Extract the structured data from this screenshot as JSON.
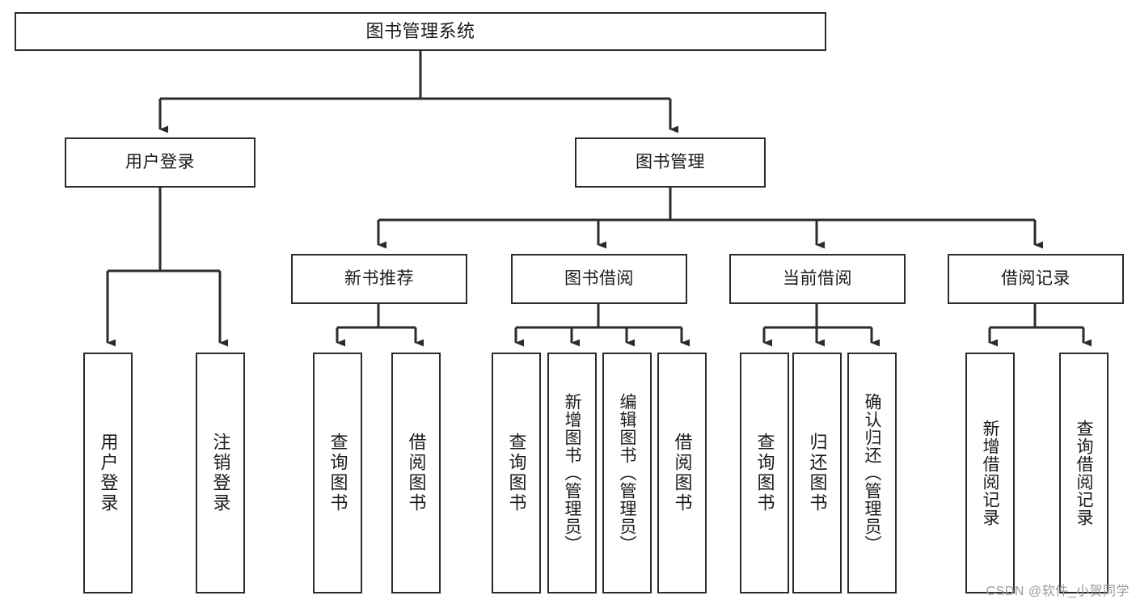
{
  "diagram": {
    "title": "图书管理系统",
    "type": "tree-hierarchy",
    "watermark": "CSDN @软件_小贺同学",
    "colors": {
      "stroke": "#2b2b2b",
      "fill": "#ffffff",
      "text": "#1a1a1a",
      "watermark": "#9a9a9a"
    },
    "nodes": {
      "root": {
        "label": "图书管理系统"
      },
      "level1": [
        {
          "id": "user-login",
          "label": "用户登录"
        },
        {
          "id": "book-manage",
          "label": "图书管理"
        }
      ],
      "level2": [
        {
          "id": "new-book-rec",
          "label": "新书推荐"
        },
        {
          "id": "book-borrow",
          "label": "图书借阅"
        },
        {
          "id": "current-borrow",
          "label": "当前借阅"
        },
        {
          "id": "borrow-record",
          "label": "借阅记录"
        }
      ],
      "leaves": {
        "user_login": [
          {
            "id": "leaf-user-login",
            "label": "用户登录"
          },
          {
            "id": "leaf-logout",
            "label": "注销登录"
          }
        ],
        "new_book_rec": [
          {
            "id": "leaf-query-book-1",
            "label": "查询图书"
          },
          {
            "id": "leaf-borrow-book-1",
            "label": "借阅图书"
          }
        ],
        "book_borrow": [
          {
            "id": "leaf-query-book-2",
            "label": "查询图书"
          },
          {
            "id": "leaf-add-book",
            "label": "新增图书（管理员）"
          },
          {
            "id": "leaf-edit-book",
            "label": "编辑图书（管理员）"
          },
          {
            "id": "leaf-borrow-book-2",
            "label": "借阅图书"
          }
        ],
        "current_borrow": [
          {
            "id": "leaf-query-book-3",
            "label": "查询图书"
          },
          {
            "id": "leaf-return-book",
            "label": "归还图书"
          },
          {
            "id": "leaf-confirm-return",
            "label": "确认归还（管理员）"
          }
        ],
        "borrow_record": [
          {
            "id": "leaf-add-record",
            "label": "新增借阅记录"
          },
          {
            "id": "leaf-query-record",
            "label": "查询借阅记录"
          }
        ]
      }
    }
  }
}
